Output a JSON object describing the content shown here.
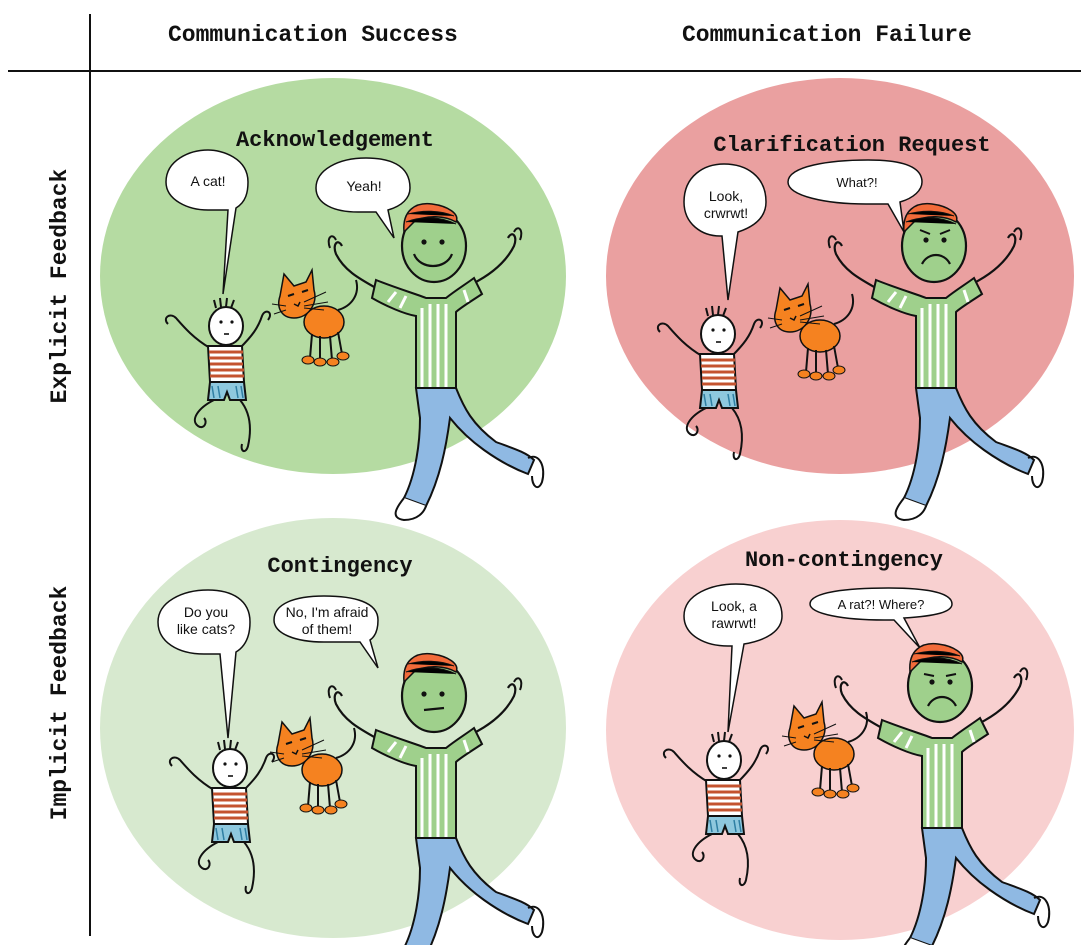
{
  "columns": {
    "success": "Communication Success",
    "failure": "Communication Failure"
  },
  "rows": {
    "explicit": "Explicit Feedback",
    "implicit": "Implicit Feedback"
  },
  "quadrants": {
    "acknowledgement": {
      "title": "Acknowledgement",
      "child_speech": "A cat!",
      "adult_speech": "Yeah!",
      "color": "#b5dba2"
    },
    "clarification": {
      "title": "Clarification Request",
      "child_speech_1": "Look,",
      "child_speech_2": "crwrwt!",
      "adult_speech": "What?!",
      "color": "#eaa0a0"
    },
    "contingency": {
      "title": "Contingency",
      "child_speech_1": "Do you",
      "child_speech_2": "like cats?",
      "adult_speech_1": "No, I'm afraid",
      "adult_speech_2": "of them!",
      "color": "#d7e9cf"
    },
    "noncontingency": {
      "title": "Non-contingency",
      "child_speech_1": "Look, a",
      "child_speech_2": "rawrwt!",
      "adult_speech": "A rat?! Where?",
      "color": "#f8d0d0"
    }
  }
}
